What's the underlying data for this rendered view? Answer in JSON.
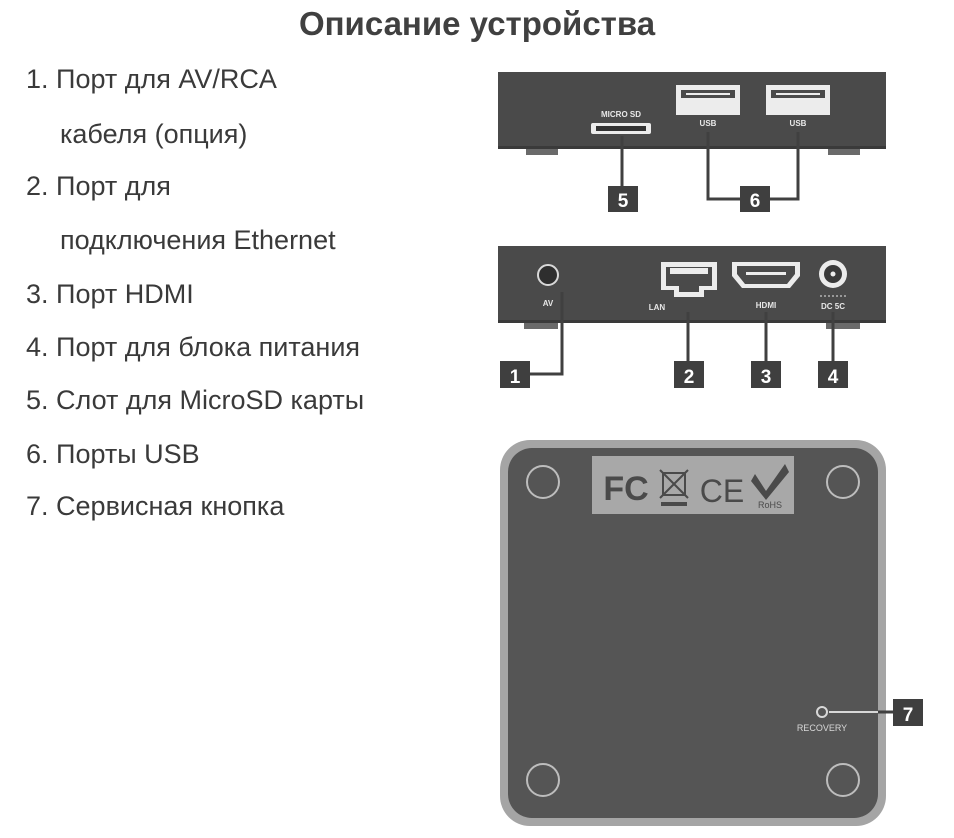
{
  "title": "Описание устройства",
  "features": [
    {
      "number": "1.",
      "text": "Порт для AV/RCA",
      "continuation": "кабеля (опция)"
    },
    {
      "number": "2.",
      "text": "Порт для",
      "continuation": "подключения Ethernet"
    },
    {
      "number": "3.",
      "text": "Порт HDMI"
    },
    {
      "number": "4.",
      "text": "Порт для блока питания"
    },
    {
      "number": "5.",
      "text": "Слот для MicroSD карты"
    },
    {
      "number": "6.",
      "text": "Порты USB"
    },
    {
      "number": "7.",
      "text": "Сервисная кнопка"
    }
  ],
  "diagram": {
    "top_panel": {
      "microsd_label": "MICRO SD",
      "usb_labels": [
        "USB",
        "USB"
      ]
    },
    "back_panel": {
      "av_label": "AV",
      "lan_label": "LAN",
      "hdmi_label": "HDMI",
      "dc_label": "DC 5C"
    },
    "bottom": {
      "cert_fc": "FC",
      "cert_ce": "CE",
      "cert_rohs": "RoHS",
      "recovery_label": "RECOVERY"
    },
    "callouts": [
      "1",
      "2",
      "3",
      "4",
      "5",
      "6",
      "7"
    ]
  },
  "colors": {
    "device_dark": "#4a4a4a",
    "device_body": "#555555",
    "device_frame": "#a5a5a5",
    "callout_bg": "#3f3f3f",
    "text": "#3a3a3a"
  }
}
